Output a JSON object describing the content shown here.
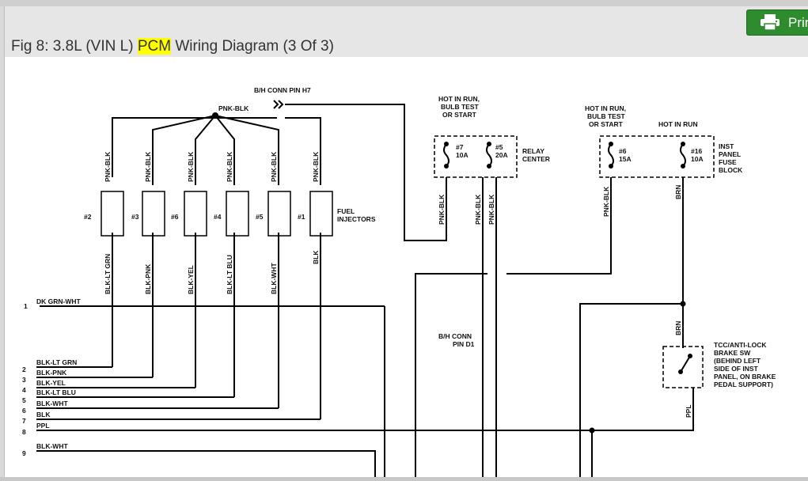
{
  "header": {
    "title_prefix": "Fig 8: 3.8L (VIN L) ",
    "title_highlight": "PCM",
    "title_suffix": " Wiring Diagram (3 Of 3)",
    "print_label": "Print",
    "print_icon": "printer-icon"
  },
  "colors": {
    "print_button": "#2e8b2e",
    "highlight": "#ffff00",
    "wire": "#000000"
  },
  "diagram": {
    "top_connector": "B/H CONN PIN H7",
    "top_wire": "PNK-BLK",
    "hot_run_bulb_1": [
      "HOT IN RUN,",
      "BULB TEST",
      "OR START"
    ],
    "hot_run_bulb_2": [
      "HOT IN RUN,",
      "BULB TEST",
      "OR START"
    ],
    "hot_in_run": "HOT IN RUN",
    "fuses": {
      "f7_num": "#7",
      "f7_amp": "10A",
      "f5_num": "#5",
      "f5_amp": "20A",
      "f6_num": "#6",
      "f6_amp": "15A",
      "f16_num": "#16",
      "f16_amp": "10A"
    },
    "relay_center": [
      "RELAY",
      "CENTER"
    ],
    "inst_fuse_block": [
      "INST",
      "PANEL",
      "FUSE",
      "BLOCK"
    ],
    "injector_feed_wires": [
      "PNK-BLK",
      "PNK-BLK",
      "PNK-BLK",
      "PNK-BLK",
      "PNK-BLK",
      "PNK-BLK"
    ],
    "injector_numbers": [
      "#2",
      "#3",
      "#6",
      "#4",
      "#5",
      "#1"
    ],
    "injector_return_wires": [
      "BLK-LT GRN",
      "BLK-PNK",
      "BLK-YEL",
      "BLK-LT BLU",
      "BLK-WHT",
      "BLK"
    ],
    "fuel_injectors": [
      "FUEL",
      "INJECTORS"
    ],
    "relay_wires": [
      "PNK-BLK",
      "PNK-BLK",
      "PNK-BLK"
    ],
    "fuse6_wire": "PNK-BLK",
    "fuse16_wire": "BRN",
    "bh_conn_d1": [
      "B/H CONN",
      "PIN D1"
    ],
    "brake_in_wire": "BRN",
    "brake_out_wire": "PPL",
    "brake_switch": [
      "TCC/ANTI-LOCK",
      "BRAKE SW",
      "(BEHIND LEFT",
      "SIDE OF INST",
      "PANEL, ON BRAKE",
      "PEDAL SUPPORT)"
    ],
    "pin_numbers": [
      "1",
      "2",
      "3",
      "4",
      "5",
      "6",
      "7",
      "8",
      "9"
    ],
    "pin_labels": [
      "DK GRN-WHT",
      "BLK-LT GRN",
      "BLK-PNK",
      "BLK-YEL",
      "BLK-LT BLU",
      "BLK-WHT",
      "BLK",
      "PPL",
      "BLK-WHT"
    ]
  }
}
